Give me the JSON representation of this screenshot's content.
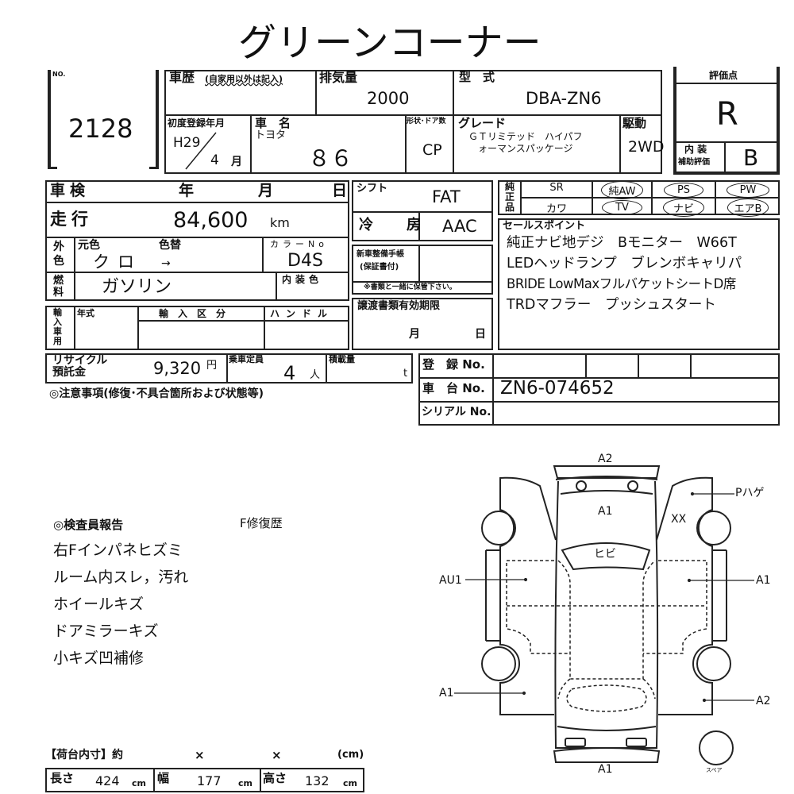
{
  "title": "グリーンコーナー",
  "lot": {
    "no_label": "NO.",
    "number": "2128"
  },
  "history": {
    "label": "車歴",
    "note": "(自家用以外は記入)"
  },
  "displacement": {
    "label": "排気量",
    "value": "2000"
  },
  "model_code": {
    "label": "型　式",
    "value": "DBA-ZN6"
  },
  "first_reg": {
    "label": "初度登録年月",
    "year": "H29",
    "month": "4",
    "month_unit": "月"
  },
  "car_name": {
    "label": "車　名",
    "maker": "トヨタ",
    "value": "８６"
  },
  "body_type": {
    "label": "形状･ドア数",
    "value": "CP"
  },
  "grade": {
    "label": "グレード",
    "line1": "ＧＴリミテッド　ハイパフ",
    "line2": "ォーマンスパッケージ"
  },
  "drive": {
    "label": "駆動",
    "value": "2WD"
  },
  "score": {
    "label": "評価点",
    "value": "R",
    "interior_label1": "内 装",
    "interior_label2": "補助評価",
    "interior_value": "B"
  },
  "inspection": {
    "label": "車検",
    "year": "年",
    "month": "月",
    "day": "日"
  },
  "mileage": {
    "label": "走行",
    "value": "84,600",
    "unit": "km"
  },
  "exterior": {
    "label": "外色",
    "orig_label": "元色",
    "orig_value": "クロ",
    "change_label": "色替",
    "change_value": "→",
    "color_no_label": "カラーNo",
    "color_no": "D4S"
  },
  "fuel": {
    "label": "燃料",
    "value": "ガソリン",
    "interior_color_label": "内装色"
  },
  "import": {
    "label": "輸入車用",
    "year_label": "年式",
    "class_label": "輸入区分",
    "handle_label": "ハンドル"
  },
  "recycle": {
    "label1": "リサイクル",
    "label2": "預託金",
    "value": "9,320",
    "unit": "円"
  },
  "capacity": {
    "label": "乗車定員",
    "value": "4",
    "unit": "人"
  },
  "load": {
    "label": "積載量",
    "unit": "t"
  },
  "caution": "◎注意事項(修復･不具合箇所および状態等)",
  "shift": {
    "label": "シフト",
    "value": "FAT"
  },
  "ac": {
    "label": "冷　房",
    "value": "AAC"
  },
  "service_book": {
    "label1": "新車整備手帳",
    "label2": "(保証書付)",
    "note": "※書類と一緒に保管下さい。"
  },
  "transfer": {
    "label": "譲渡書類有効期限",
    "month": "月",
    "day": "日"
  },
  "genuine": {
    "label": "純正品",
    "row1": [
      "SR",
      "純AW",
      "PS",
      "PW"
    ],
    "row2": [
      "カワ",
      "TV",
      "ナビ",
      "エアB"
    ],
    "circled": [
      "純AW",
      "PS",
      "PW",
      "TV",
      "ナビ",
      "エアB"
    ]
  },
  "sales_points": {
    "label": "セールスポイント",
    "lines": [
      "純正ナビ地デジ　Bモニター　W66T",
      "LEDヘッドランプ　ブレンボキャリパ",
      "BRIDE LowMaxフルバケットシートD席",
      "TRDマフラー　プッシュスタート"
    ]
  },
  "registration": {
    "reg_label": "登　録 No.",
    "chassis_label": "車　台 No.",
    "chassis_value": "ZN6-074652",
    "serial_label": "シリアル No."
  },
  "inspector": {
    "title": "◎検査員報告",
    "repair_history": "F修復歴",
    "notes": [
      "右Fインパネヒズミ",
      "ルーム内スレ，汚れ",
      "ホイールキズ",
      "ドアミラーキズ",
      "小キズ凹補修"
    ]
  },
  "cargo": {
    "label": "【荷台内寸】約",
    "x1": "×",
    "x2": "×",
    "unit_label": "(cm)",
    "length_label": "長さ",
    "length": "424",
    "width_label": "幅",
    "width": "177",
    "height_label": "高さ",
    "height": "132",
    "unit": "cm"
  },
  "diagram": {
    "front": "A2",
    "hood": "A1",
    "windshield": "ヒビ",
    "rear": "A1",
    "right_front_fender": "Pハゲ",
    "right_front_pillar": "XX",
    "left_doors": "AU1",
    "right_doors": "A1",
    "left_rear": "A1",
    "right_rear": "A2",
    "spare": "スペア"
  }
}
